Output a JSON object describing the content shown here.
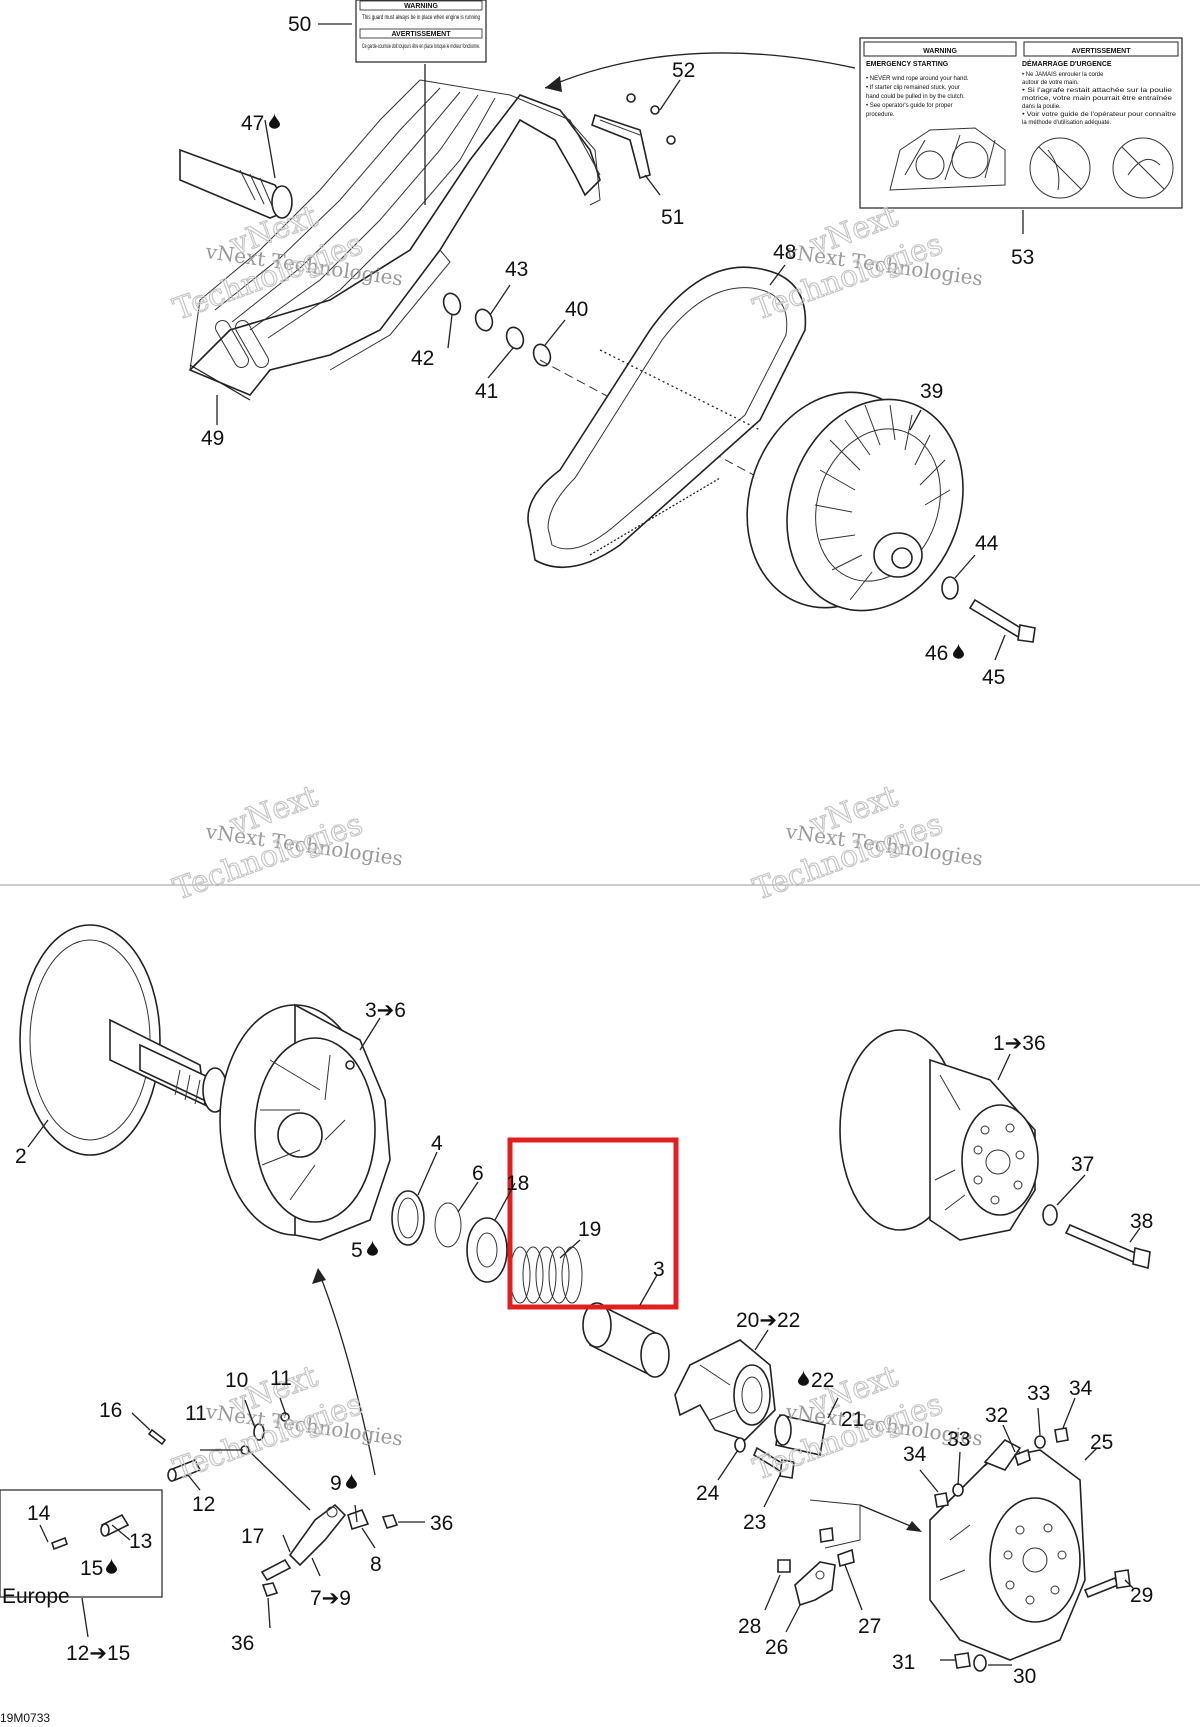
{
  "diagram_code": "19M0733",
  "watermark": {
    "line1": "vNext Technologies",
    "line2": "Technologies",
    "small": "vNext"
  },
  "guard_label": {
    "title1": "WARNING",
    "text1": "This guard must always be in place when engine is running",
    "title2": "AVERTISSEMENT",
    "text2": "Ce garde-courroie doit toujours être en place lorsque le moteur fonctionne."
  },
  "warning_decal": {
    "warning_title": "WARNING",
    "warning_sub": "EMERGENCY STARTING",
    "warning_lines": [
      "• NEVER wind rope around your hand.",
      "• If starter clip remained stuck, your",
      "hand could be pulled in by the clutch.",
      "• See operator's guide for proper",
      "procedure."
    ],
    "avert_title": "AVERTISSEMENT",
    "avert_sub": "DÉMARRAGE D'URGENCE",
    "avert_lines": [
      "• Ne JAMAIS enrouler la corde",
      "autour de votre main.",
      "• Si l'agrafe restait attachée sur la poulie",
      "motrice, votre main pourrait être entraînée",
      "dans la poulie.",
      "• Voir votre guide de l'opérateur pour connaître",
      "la méthode d'utilisation adéquate."
    ]
  },
  "europe_box": {
    "label": "Europe"
  },
  "highlight": {
    "color": "#e02020",
    "labels": [
      "19",
      "3"
    ]
  },
  "callouts": {
    "c50": "50",
    "c52": "52",
    "c47": "47",
    "c51": "51",
    "c53": "53",
    "c48": "48",
    "c43": "43",
    "c40": "40",
    "c42": "42",
    "c41": "41",
    "c49": "49",
    "c39": "39",
    "c44": "44",
    "c46": "46",
    "c45": "45",
    "c3_6": "3➔6",
    "c1_36": "1➔36",
    "c2": "2",
    "c4": "4",
    "c6": "6",
    "c18": "18",
    "c5": "5",
    "c37": "37",
    "c38": "38",
    "c20_22": "20➔22",
    "c22": "22",
    "c21": "21",
    "c10": "10",
    "c11a": "11",
    "c11b": "11",
    "c16": "16",
    "c12": "12",
    "c9": "9",
    "c36a": "36",
    "c14": "14",
    "c13": "13",
    "c15": "15",
    "c17": "17",
    "c8": "8",
    "c7_9": "7➔9",
    "c36b": "36",
    "c12_15": "12➔15",
    "c24": "24",
    "c23": "23",
    "c33a": "33",
    "c34a": "34",
    "c32": "32",
    "c33b": "33",
    "c34b": "34",
    "c25": "25",
    "c28": "28",
    "c27": "27",
    "c26": "26",
    "c29": "29",
    "c31": "31",
    "c30": "30"
  }
}
